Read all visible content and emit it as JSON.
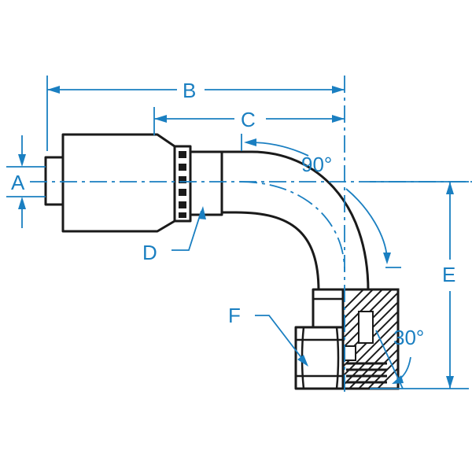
{
  "diagram": {
    "labels": {
      "a": "A",
      "b": "B",
      "c": "C",
      "d": "D",
      "e": "E",
      "f": "F",
      "bend_angle": "90°",
      "flare_angle": "30°"
    },
    "colors": {
      "dimension": "#1a7fc1",
      "part_outline": "#1a1a1a"
    }
  }
}
